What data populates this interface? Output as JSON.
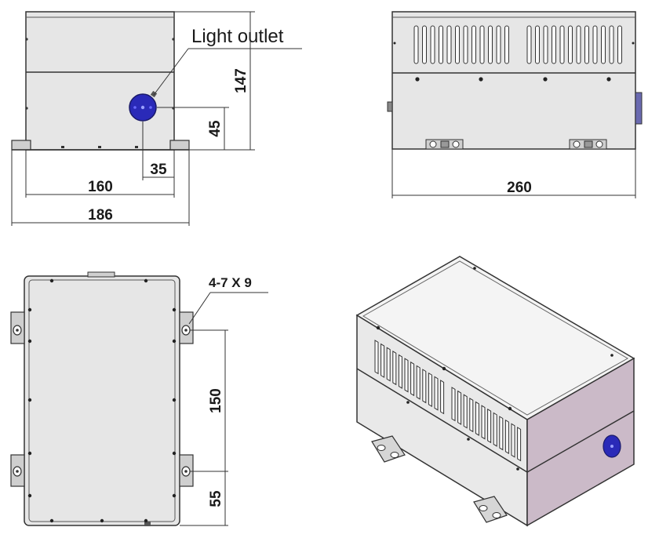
{
  "front_view": {
    "callout": "Light outlet",
    "dim_height": "147",
    "dim_outlet_height": "45",
    "dim_outlet_offset": "35",
    "dim_inner_width": "160",
    "dim_outer_width": "186"
  },
  "side_view": {
    "dim_length": "260"
  },
  "top_view": {
    "hole_callout": "4-7 X 9",
    "dim_mount_spacing": "150",
    "dim_mount_offset": "55"
  },
  "colors": {
    "panel_fill": "#e6e6e6",
    "outline": "#333333",
    "outlet_blue": "#2a2ab8",
    "iso_side_tint": "#c9b8c6",
    "iso_top": "#f2f2f2"
  }
}
